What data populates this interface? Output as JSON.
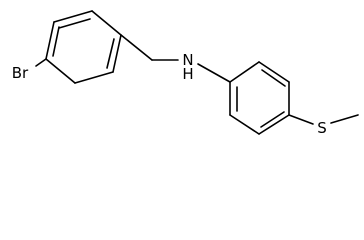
{
  "atoms": {
    "bromine": "Br",
    "amine": "N\nH",
    "sulfur": "S"
  },
  "colors": {
    "background": "#ffffff",
    "ink": "#000000"
  }
}
